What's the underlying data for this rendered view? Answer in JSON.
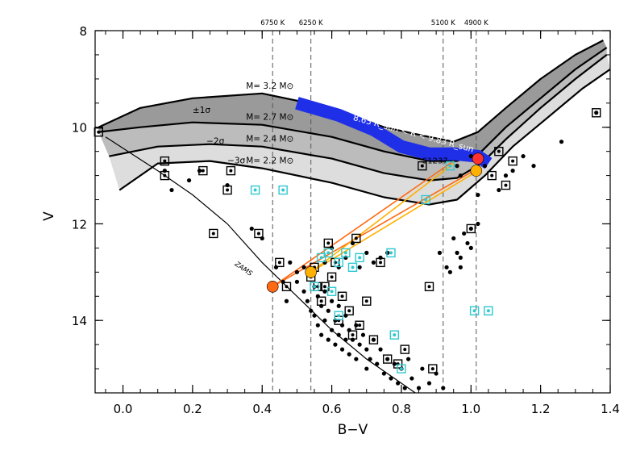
{
  "chart_data": {
    "type": "scatter",
    "xlabel": "B−V",
    "ylabel": "V",
    "xlim": [
      -0.08,
      1.4
    ],
    "ylim": [
      15.5,
      8.0
    ],
    "y_inverted": true,
    "x_ticks": [
      {
        "v": 0.0,
        "label": "0.0"
      },
      {
        "v": 0.2,
        "label": "0.2"
      },
      {
        "v": 0.4,
        "label": "0.4"
      },
      {
        "v": 0.6,
        "label": "0.6"
      },
      {
        "v": 0.8,
        "label": "0.8"
      },
      {
        "v": 1.0,
        "label": "1.0"
      },
      {
        "v": 1.2,
        "label": "1.2"
      },
      {
        "v": 1.4,
        "label": "1.4"
      }
    ],
    "y_ticks": [
      {
        "v": 8,
        "label": "8"
      },
      {
        "v": 10,
        "label": "10"
      },
      {
        "v": 12,
        "label": "12"
      },
      {
        "v": 14,
        "label": "14"
      }
    ],
    "temperature_lines": [
      {
        "x": 0.43,
        "label": "6750 K"
      },
      {
        "x": 0.54,
        "label": "6250 K"
      },
      {
        "x": 0.92,
        "label": "5100 K"
      },
      {
        "x": 1.015,
        "label": "4900 K"
      }
    ],
    "mass_tracks": [
      {
        "label": "M= 3.2 M⊙",
        "points": [
          [
            -0.07,
            10.0
          ],
          [
            0.05,
            9.6
          ],
          [
            0.2,
            9.4
          ],
          [
            0.4,
            9.3
          ],
          [
            0.6,
            9.6
          ],
          [
            0.75,
            10.0
          ],
          [
            0.88,
            10.2
          ],
          [
            0.95,
            10.3
          ],
          [
            1.02,
            10.1
          ],
          [
            1.1,
            9.6
          ],
          [
            1.2,
            9.0
          ],
          [
            1.3,
            8.5
          ],
          [
            1.38,
            8.2
          ]
        ]
      },
      {
        "label": "M= 2.7 M⊙",
        "points": [
          [
            -0.07,
            10.1
          ],
          [
            0.05,
            10.0
          ],
          [
            0.2,
            9.9
          ],
          [
            0.4,
            9.95
          ],
          [
            0.6,
            10.2
          ],
          [
            0.75,
            10.5
          ],
          [
            0.88,
            10.7
          ],
          [
            0.96,
            10.7
          ],
          [
            1.03,
            10.5
          ],
          [
            1.1,
            10.0
          ],
          [
            1.2,
            9.4
          ],
          [
            1.3,
            8.8
          ],
          [
            1.39,
            8.35
          ]
        ]
      },
      {
        "label": "M= 2.4 M⊙",
        "points": [
          [
            -0.04,
            10.6
          ],
          [
            0.1,
            10.4
          ],
          [
            0.25,
            10.35
          ],
          [
            0.4,
            10.4
          ],
          [
            0.6,
            10.65
          ],
          [
            0.75,
            10.95
          ],
          [
            0.88,
            11.1
          ],
          [
            0.96,
            11.05
          ],
          [
            1.03,
            10.75
          ],
          [
            1.1,
            10.25
          ],
          [
            1.2,
            9.6
          ],
          [
            1.3,
            9.0
          ],
          [
            1.39,
            8.5
          ]
        ]
      },
      {
        "label": "M= 2.2 M⊙",
        "points": [
          [
            -0.01,
            11.3
          ],
          [
            0.1,
            10.75
          ],
          [
            0.25,
            10.7
          ],
          [
            0.4,
            10.85
          ],
          [
            0.6,
            11.15
          ],
          [
            0.75,
            11.45
          ],
          [
            0.88,
            11.6
          ],
          [
            0.96,
            11.5
          ],
          [
            1.04,
            11.0
          ],
          [
            1.12,
            10.4
          ],
          [
            1.22,
            9.8
          ],
          [
            1.32,
            9.2
          ],
          [
            1.4,
            8.8
          ]
        ]
      }
    ],
    "bands": [
      "±1σ",
      "−2σ",
      "−3σ"
    ],
    "radius_label": "8.65 R_sun < R < 9.83 R_sun",
    "star_label": "S1237",
    "zams_label": "ZAMS",
    "zams": [
      [
        -0.05,
        10.2
      ],
      [
        0.1,
        10.9
      ],
      [
        0.2,
        11.4
      ],
      [
        0.3,
        12.0
      ],
      [
        0.4,
        12.8
      ],
      [
        0.5,
        13.5
      ],
      [
        0.6,
        14.2
      ],
      [
        0.7,
        14.8
      ],
      [
        0.8,
        15.3
      ],
      [
        0.84,
        15.5
      ]
    ],
    "radius_strip": [
      [
        0.5,
        9.5
      ],
      [
        0.62,
        9.75
      ],
      [
        0.72,
        10.05
      ],
      [
        0.8,
        10.4
      ],
      [
        0.88,
        10.55
      ],
      [
        0.95,
        10.55
      ],
      [
        1.02,
        10.6
      ],
      [
        1.05,
        10.75
      ]
    ],
    "connections": [
      {
        "from": [
          0.43,
          13.3
        ],
        "to": [
          0.95,
          10.7
        ],
        "color": "#ff6a13"
      },
      {
        "from": [
          0.43,
          13.3
        ],
        "to": [
          1.02,
          10.85
        ],
        "color": "#ff6a13"
      },
      {
        "from": [
          0.54,
          13.0
        ],
        "to": [
          0.95,
          10.75
        ],
        "color": "#ffb000"
      },
      {
        "from": [
          0.54,
          13.0
        ],
        "to": [
          1.02,
          10.9
        ],
        "color": "#ffb000"
      }
    ],
    "highlight_points": [
      {
        "x": 0.43,
        "y": 13.3,
        "color": "#ff6a13"
      },
      {
        "x": 0.54,
        "y": 13.0,
        "color": "#ffb000"
      },
      {
        "x": 1.015,
        "y": 10.9,
        "color": "#ffb000"
      },
      {
        "x": 1.02,
        "y": 10.65,
        "color": "#ff3030"
      }
    ],
    "series": [
      {
        "kind": "dot",
        "color": "#000000",
        "points": [
          [
            0.12,
            10.9
          ],
          [
            0.14,
            11.3
          ],
          [
            0.19,
            11.1
          ],
          [
            0.22,
            10.9
          ],
          [
            0.3,
            11.2
          ],
          [
            0.37,
            12.1
          ],
          [
            0.4,
            12.3
          ],
          [
            0.44,
            12.9
          ],
          [
            0.46,
            13.2
          ],
          [
            0.48,
            12.8
          ],
          [
            0.5,
            13.0
          ],
          [
            0.52,
            13.4
          ],
          [
            0.53,
            13.6
          ],
          [
            0.54,
            13.8
          ],
          [
            0.55,
            13.3
          ],
          [
            0.55,
            13.9
          ],
          [
            0.56,
            13.5
          ],
          [
            0.56,
            14.1
          ],
          [
            0.57,
            13.7
          ],
          [
            0.57,
            14.3
          ],
          [
            0.58,
            13.4
          ],
          [
            0.58,
            14.0
          ],
          [
            0.59,
            13.8
          ],
          [
            0.59,
            14.4
          ],
          [
            0.6,
            13.6
          ],
          [
            0.6,
            14.2
          ],
          [
            0.61,
            14.0
          ],
          [
            0.61,
            14.5
          ],
          [
            0.62,
            13.7
          ],
          [
            0.62,
            14.3
          ],
          [
            0.63,
            14.1
          ],
          [
            0.63,
            14.6
          ],
          [
            0.64,
            13.9
          ],
          [
            0.64,
            14.4
          ],
          [
            0.65,
            14.2
          ],
          [
            0.65,
            14.7
          ],
          [
            0.66,
            14.4
          ],
          [
            0.67,
            14.1
          ],
          [
            0.67,
            14.8
          ],
          [
            0.68,
            14.5
          ],
          [
            0.69,
            14.3
          ],
          [
            0.7,
            14.6
          ],
          [
            0.7,
            15.0
          ],
          [
            0.71,
            14.8
          ],
          [
            0.72,
            14.4
          ],
          [
            0.73,
            14.9
          ],
          [
            0.74,
            14.6
          ],
          [
            0.75,
            15.1
          ],
          [
            0.76,
            14.8
          ],
          [
            0.77,
            15.2
          ],
          [
            0.78,
            14.9
          ],
          [
            0.79,
            15.3
          ],
          [
            0.8,
            15.0
          ],
          [
            0.81,
            15.4
          ],
          [
            0.82,
            14.8
          ],
          [
            0.83,
            15.2
          ],
          [
            0.85,
            15.4
          ],
          [
            0.86,
            15.0
          ],
          [
            0.88,
            15.3
          ],
          [
            0.9,
            15.1
          ],
          [
            0.92,
            15.4
          ],
          [
            0.58,
            12.8
          ],
          [
            0.6,
            12.5
          ],
          [
            0.62,
            12.9
          ],
          [
            0.64,
            12.7
          ],
          [
            0.66,
            12.4
          ],
          [
            0.68,
            12.9
          ],
          [
            0.7,
            12.6
          ],
          [
            0.72,
            12.8
          ],
          [
            0.74,
            12.7
          ],
          [
            0.76,
            12.6
          ],
          [
            0.52,
            12.9
          ],
          [
            0.5,
            13.2
          ],
          [
            0.47,
            13.6
          ],
          [
            0.91,
            12.6
          ],
          [
            0.93,
            12.9
          ],
          [
            0.95,
            12.3
          ],
          [
            0.96,
            12.6
          ],
          [
            0.97,
            12.9
          ],
          [
            0.98,
            12.2
          ],
          [
            0.99,
            12.4
          ],
          [
            1.0,
            12.1
          ],
          [
            1.0,
            12.5
          ],
          [
            0.97,
            12.7
          ],
          [
            0.94,
            13.0
          ],
          [
            1.02,
            12.0
          ],
          [
            1.02,
            11.4
          ],
          [
            1.08,
            11.3
          ],
          [
            1.1,
            11.0
          ],
          [
            1.12,
            10.9
          ],
          [
            1.15,
            10.6
          ],
          [
            1.18,
            10.8
          ],
          [
            1.26,
            10.3
          ],
          [
            1.36,
            9.7
          ],
          [
            0.97,
            11.0
          ],
          [
            0.96,
            10.8
          ],
          [
            1.0,
            10.6
          ],
          [
            1.04,
            10.8
          ]
        ]
      },
      {
        "kind": "square-black",
        "color": "#000000",
        "points": [
          [
            -0.07,
            10.1
          ],
          [
            0.12,
            10.7
          ],
          [
            0.12,
            11.0
          ],
          [
            0.23,
            10.9
          ],
          [
            0.26,
            12.2
          ],
          [
            0.3,
            11.3
          ],
          [
            0.31,
            10.9
          ],
          [
            0.39,
            12.2
          ],
          [
            0.45,
            12.8
          ],
          [
            0.47,
            13.3
          ],
          [
            0.55,
            12.9
          ],
          [
            0.56,
            13.3
          ],
          [
            0.57,
            13.6
          ],
          [
            0.59,
            12.4
          ],
          [
            0.6,
            13.1
          ],
          [
            0.61,
            12.8
          ],
          [
            0.62,
            14.0
          ],
          [
            0.63,
            13.5
          ],
          [
            0.65,
            13.8
          ],
          [
            0.66,
            14.3
          ],
          [
            0.67,
            12.3
          ],
          [
            0.68,
            14.1
          ],
          [
            0.7,
            13.6
          ],
          [
            0.72,
            14.4
          ],
          [
            0.74,
            12.8
          ],
          [
            0.76,
            14.8
          ],
          [
            0.79,
            14.9
          ],
          [
            0.81,
            14.6
          ],
          [
            0.88,
            13.3
          ],
          [
            0.89,
            15.0
          ],
          [
            0.86,
            10.8
          ],
          [
            1.0,
            12.1
          ],
          [
            1.06,
            11.0
          ],
          [
            1.08,
            10.5
          ],
          [
            1.1,
            11.2
          ],
          [
            1.12,
            10.7
          ],
          [
            1.36,
            9.7
          ],
          [
            0.58,
            13.3
          ],
          [
            0.54,
            13.1
          ]
        ]
      },
      {
        "kind": "square-cyan",
        "color": "#2fc8d0",
        "points": [
          [
            0.38,
            11.3
          ],
          [
            0.46,
            11.3
          ],
          [
            0.55,
            13.3
          ],
          [
            0.57,
            12.7
          ],
          [
            0.59,
            12.6
          ],
          [
            0.62,
            12.8
          ],
          [
            0.64,
            12.6
          ],
          [
            0.66,
            12.9
          ],
          [
            0.68,
            12.7
          ],
          [
            0.77,
            12.6
          ],
          [
            0.78,
            14.3
          ],
          [
            0.8,
            15.0
          ],
          [
            0.62,
            13.9
          ],
          [
            0.6,
            13.4
          ],
          [
            0.87,
            11.5
          ],
          [
            0.94,
            10.8
          ],
          [
            1.01,
            13.8
          ],
          [
            1.05,
            13.8
          ]
        ]
      }
    ]
  }
}
